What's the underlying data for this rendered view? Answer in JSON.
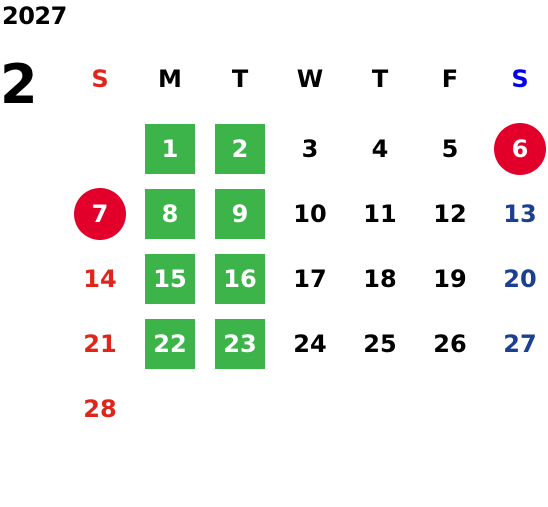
{
  "year": "2027",
  "month": "2",
  "weekdays": [
    "S",
    "M",
    "T",
    "W",
    "T",
    "F",
    "S"
  ],
  "weeks": [
    [
      "",
      "1",
      "2",
      "3",
      "4",
      "5",
      "6"
    ],
    [
      "7",
      "8",
      "9",
      "10",
      "11",
      "12",
      "13"
    ],
    [
      "14",
      "15",
      "16",
      "17",
      "18",
      "19",
      "20"
    ],
    [
      "21",
      "22",
      "23",
      "24",
      "25",
      "26",
      "27"
    ],
    [
      "28",
      "",
      "",
      "",
      "",
      "",
      ""
    ]
  ],
  "colors": {
    "sunday": "#e0251b",
    "saturday": "#1b3f93",
    "highlight_green": "#3cb44a",
    "highlight_red": "#e2002a"
  },
  "highlights": {
    "green": [
      "1",
      "2",
      "8",
      "9",
      "15",
      "16",
      "22",
      "23"
    ],
    "red": [
      "6",
      "7"
    ]
  }
}
